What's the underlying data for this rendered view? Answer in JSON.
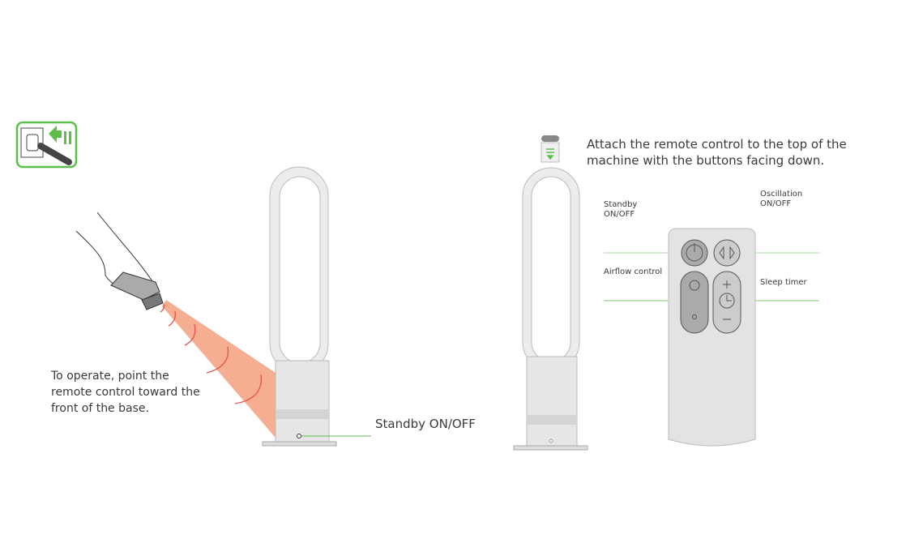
{
  "left_panel": {
    "instruction": "To operate, point the\nremote control toward the\nfront of the base.",
    "callout": "Standby ON/OFF"
  },
  "right_panel": {
    "instruction": "Attach the remote control to the top of the\nmachine with the buttons facing down.",
    "labels": {
      "standby": "Standby\nON/OFF",
      "oscillation": "Oscillation\nON/OFF",
      "airflow": "Airflow control",
      "sleep_timer": "Sleep timer"
    }
  },
  "colors": {
    "accent_green": "#5cbf4a",
    "beam": "#f4a080",
    "arc": "#e8504a",
    "fan_grey": "#e6e6e6"
  }
}
